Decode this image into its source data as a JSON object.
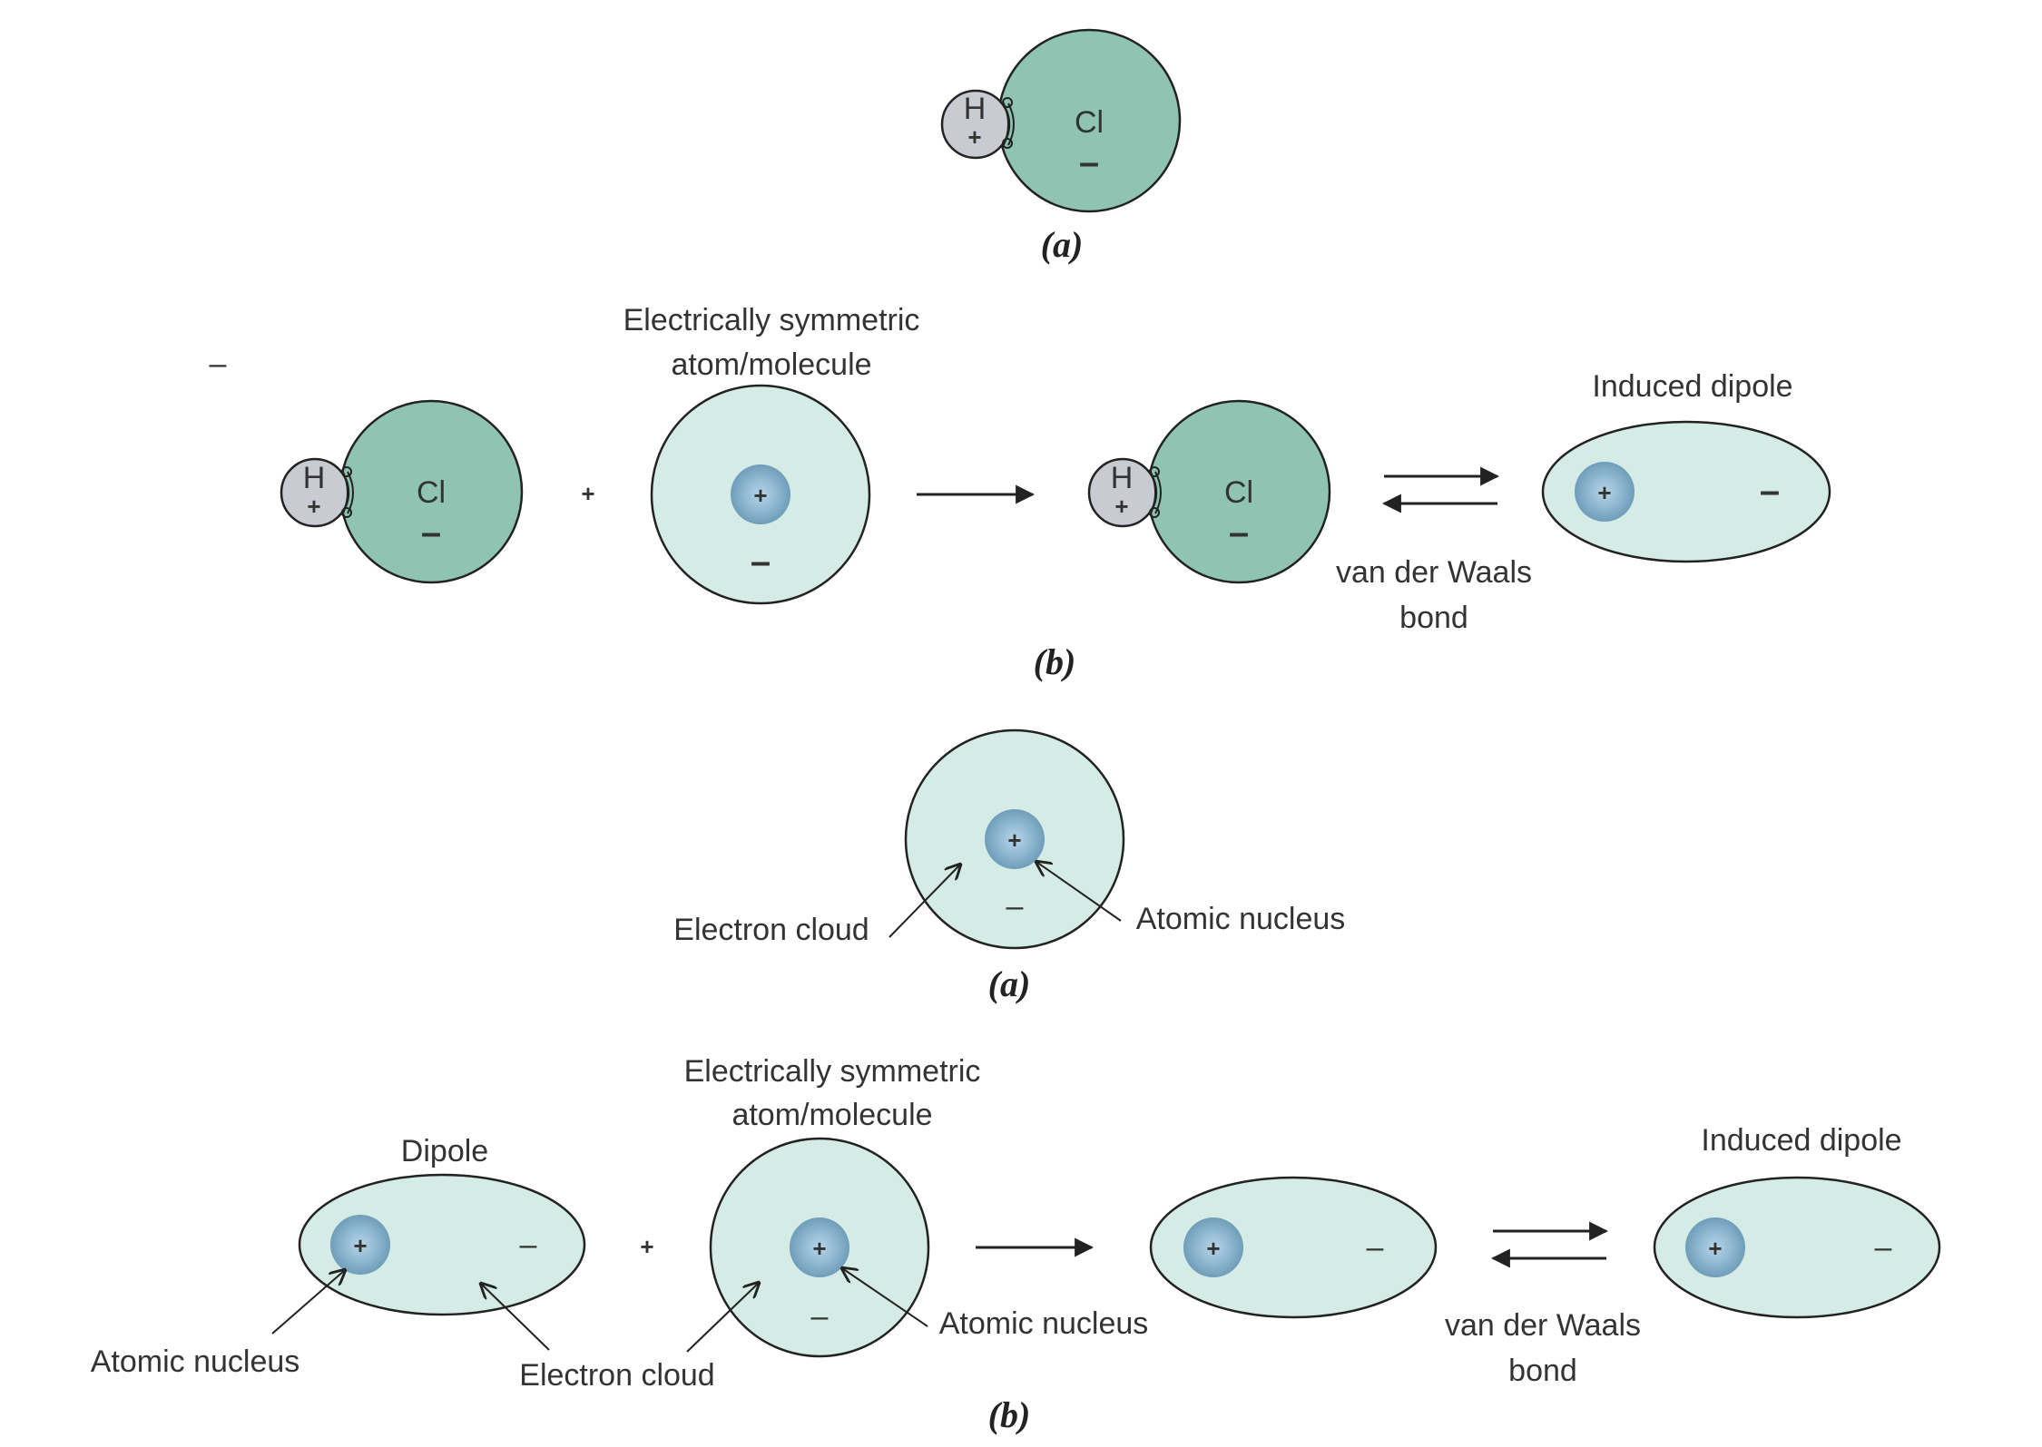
{
  "colors": {
    "chlorine": "#8fc4b2",
    "hydrogen": "#c9cbd3",
    "cloud": "#d5ebe5",
    "nucleus_center": "#a5c8dc",
    "nucleus_edge": "#6f9db9",
    "ink": "#222222"
  },
  "glyphs": {
    "plus": "+",
    "minus": "–",
    "h": "H",
    "cl": "Cl",
    "dash": "–"
  },
  "fig1": {
    "caption_a": "(a)",
    "caption_b": "(b)",
    "b_symmetric_line1": "Electrically symmetric",
    "b_symmetric_line2": "atom/molecule",
    "b_induced_dipole": "Induced dipole",
    "b_vdw_line1": "van der Waals",
    "b_vdw_line2": "bond"
  },
  "fig2": {
    "caption_a": "(a)",
    "caption_b": "(b)",
    "a_electron_cloud": "Electron cloud",
    "a_atomic_nucleus": "Atomic nucleus",
    "b_dipole": "Dipole",
    "b_symmetric_line1": "Electrically symmetric",
    "b_symmetric_line2": "atom/molecule",
    "b_induced_dipole": "Induced dipole",
    "b_atomic_nucleus_left": "Atomic nucleus",
    "b_electron_cloud": "Electron cloud",
    "b_atomic_nucleus_right": "Atomic nucleus",
    "b_vdw_line1": "van der Waals",
    "b_vdw_line2": "bond"
  }
}
